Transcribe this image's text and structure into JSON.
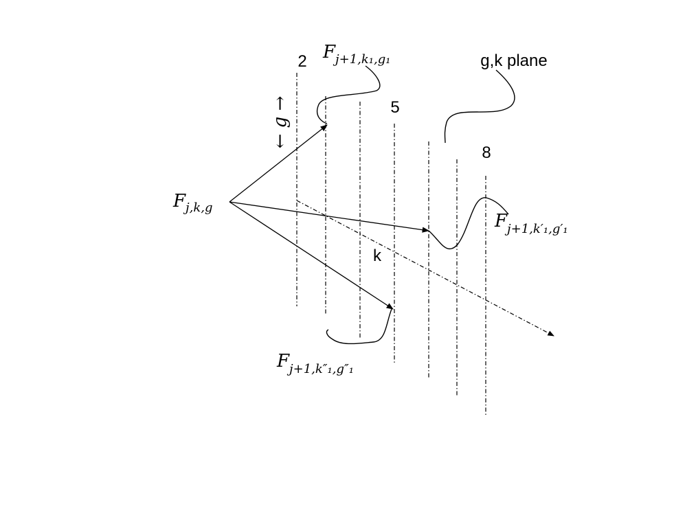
{
  "labels": {
    "plane_numbers": [
      "2",
      "5",
      "8"
    ],
    "source_node": {
      "base": "F",
      "sub": "j,k,g"
    },
    "target_top": {
      "base": "F",
      "sub": "j+1,k₁,g₁"
    },
    "target_right": {
      "base": "F",
      "sub": "j+1,k′₁,g′₁"
    },
    "target_bottom": {
      "base": "F",
      "sub": "j+1,k″₁,g″₁"
    },
    "g_axis": "← g →",
    "k_axis": "k",
    "plane_caption": "g,k plane"
  },
  "colors": {
    "ink": "#000000",
    "background": "#ffffff"
  }
}
